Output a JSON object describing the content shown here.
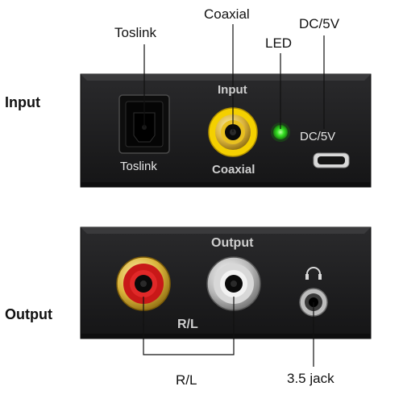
{
  "side_labels": {
    "input": "Input",
    "output": "Output"
  },
  "callouts": {
    "toslink": "Toslink",
    "coaxial": "Coaxial",
    "led": "LED",
    "dc5v": "DC/5V",
    "rl": "R/L",
    "jack": "3.5 jack"
  },
  "input_panel": {
    "input_text": "Input",
    "toslink_text": "Toslink",
    "coaxial_text": "Coaxial",
    "dc_text": "DC/5V"
  },
  "output_panel": {
    "output_text": "Output",
    "rl_text": "R/L",
    "headphone_symbol": "headphone-icon"
  },
  "colors": {
    "panel": "#1c1c1e",
    "led": "#34e022",
    "coax_yellow": "#f4d000",
    "rca_red": "#c81818",
    "rca_white": "#d8d8d8"
  }
}
